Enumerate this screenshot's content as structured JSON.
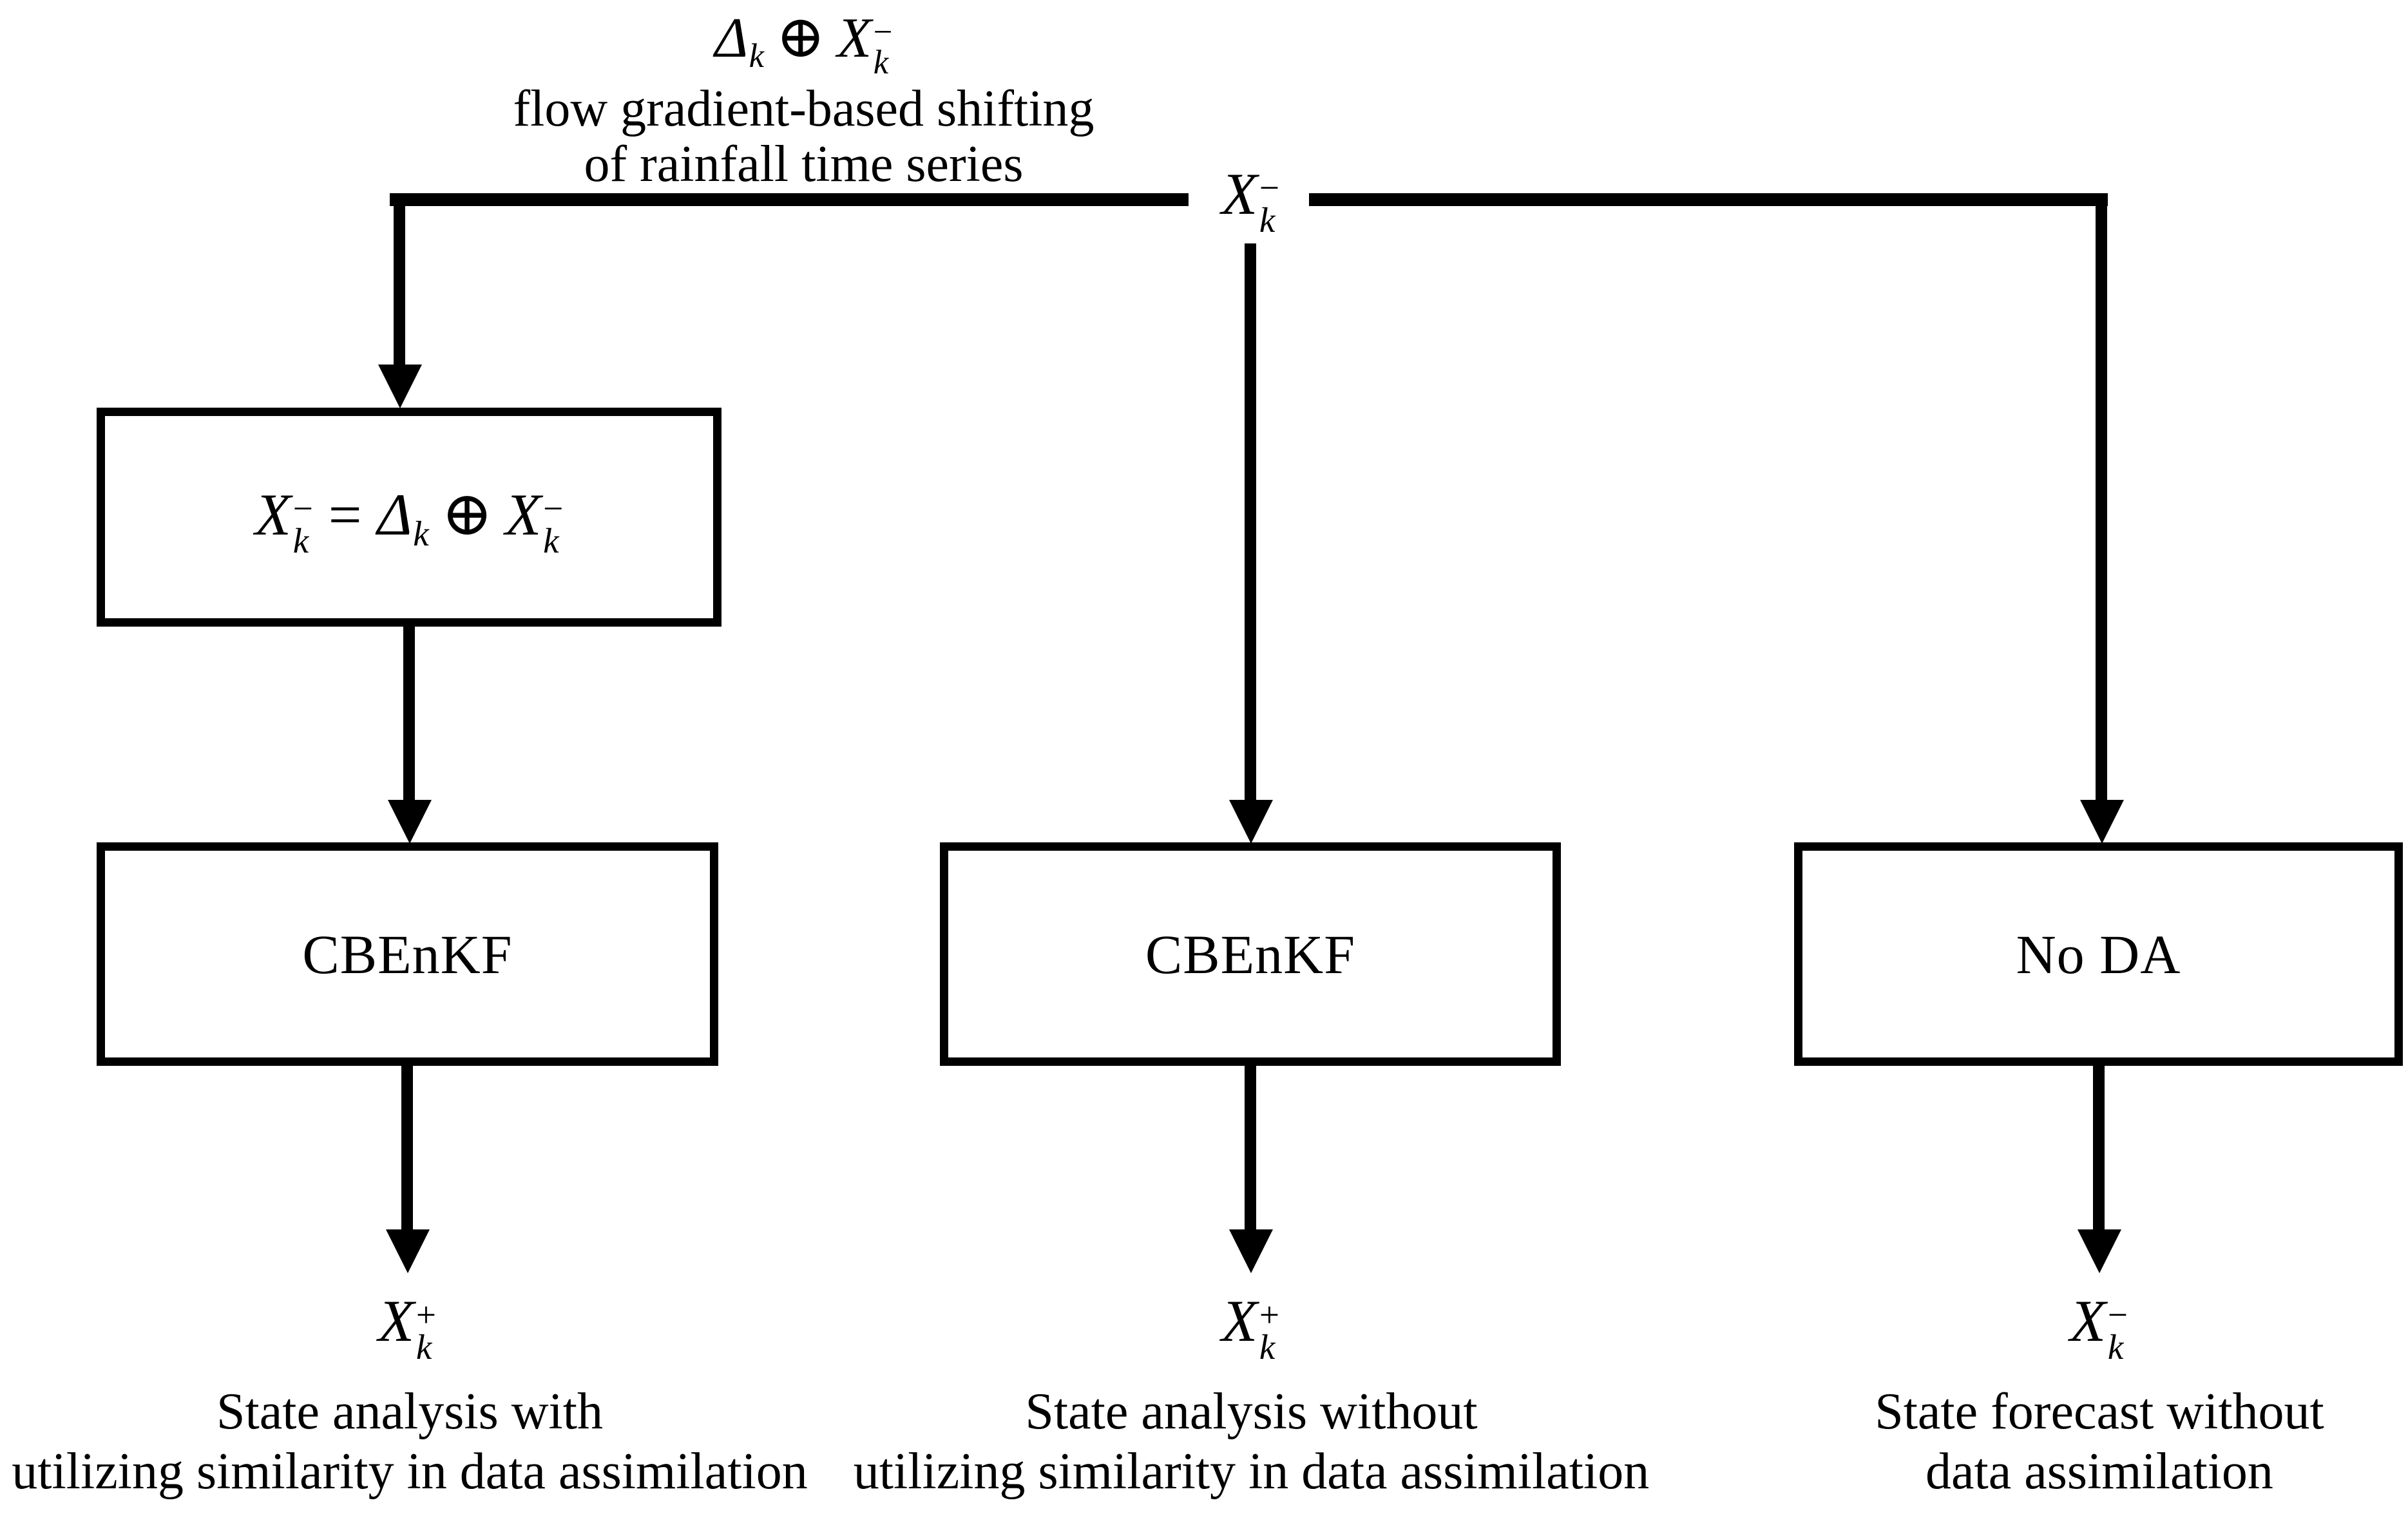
{
  "colors": {
    "ink": "#000000",
    "background": "#ffffff"
  },
  "top_annotation": {
    "math": {
      "delta": {
        "base": "Δ",
        "sub": "k"
      },
      "oplus": "⊕",
      "x": {
        "base": "X",
        "sup": "−",
        "sub": "k"
      }
    },
    "line2": "flow gradient-based shifting",
    "line3": "of rainfall time series"
  },
  "connector_label": {
    "base": "X",
    "sup": "−",
    "sub": "k"
  },
  "boxes": {
    "shift_eq": {
      "lhs": {
        "base": "X",
        "sup": "−",
        "sub": "k"
      },
      "equals": "=",
      "delta": {
        "base": "Δ",
        "sub": "k"
      },
      "oplus": "⊕",
      "rhs": {
        "base": "X",
        "sup": "−",
        "sub": "k"
      }
    },
    "left_filter": {
      "label": "CBEnKF"
    },
    "middle_filter": {
      "label": "CBEnKF"
    },
    "right_filter": {
      "label": "No DA"
    }
  },
  "outputs": {
    "left": {
      "symbol": {
        "base": "X",
        "sup": "+",
        "sub": "k"
      },
      "caption_line1": "State analysis with",
      "caption_line2": "utilizing similarity in data assimilation"
    },
    "middle": {
      "symbol": {
        "base": "X",
        "sup": "+",
        "sub": "k"
      },
      "caption_line1": "State analysis without",
      "caption_line2": "utilizing similarity in data assimilation"
    },
    "right": {
      "symbol": {
        "base": "X",
        "sup": "−",
        "sub": "k"
      },
      "caption_line1": "State forecast without",
      "caption_line2": "data assimilation"
    }
  }
}
